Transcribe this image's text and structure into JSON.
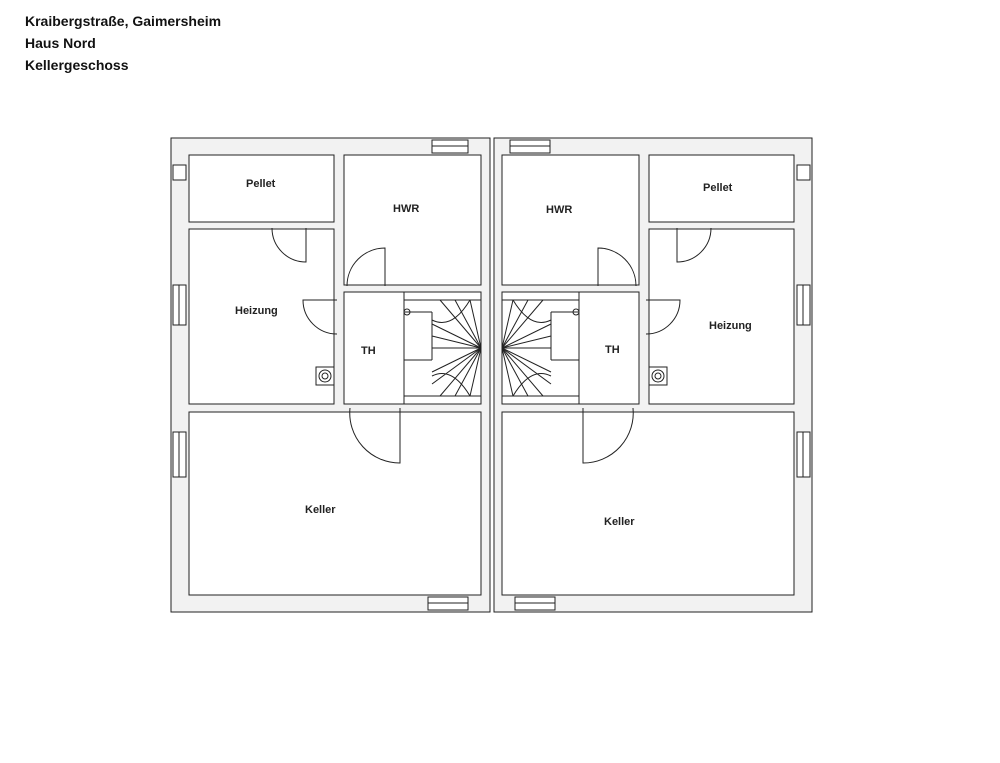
{
  "header": {
    "line1": "Kraibergstraße, Gaimersheim",
    "line2": "Haus Nord",
    "line3": "Kellergeschoss"
  },
  "plan": {
    "left_unit": {
      "pellet": "Pellet",
      "hwr": "HWR",
      "heizung": "Heizung",
      "th": "TH",
      "keller": "Keller"
    },
    "right_unit": {
      "pellet": "Pellet",
      "hwr": "HWR",
      "heizung": "Heizung",
      "th": "TH",
      "keller": "Keller"
    }
  },
  "colors": {
    "wall_fill": "#f2f2f2",
    "line": "#222222",
    "background": "#ffffff"
  }
}
